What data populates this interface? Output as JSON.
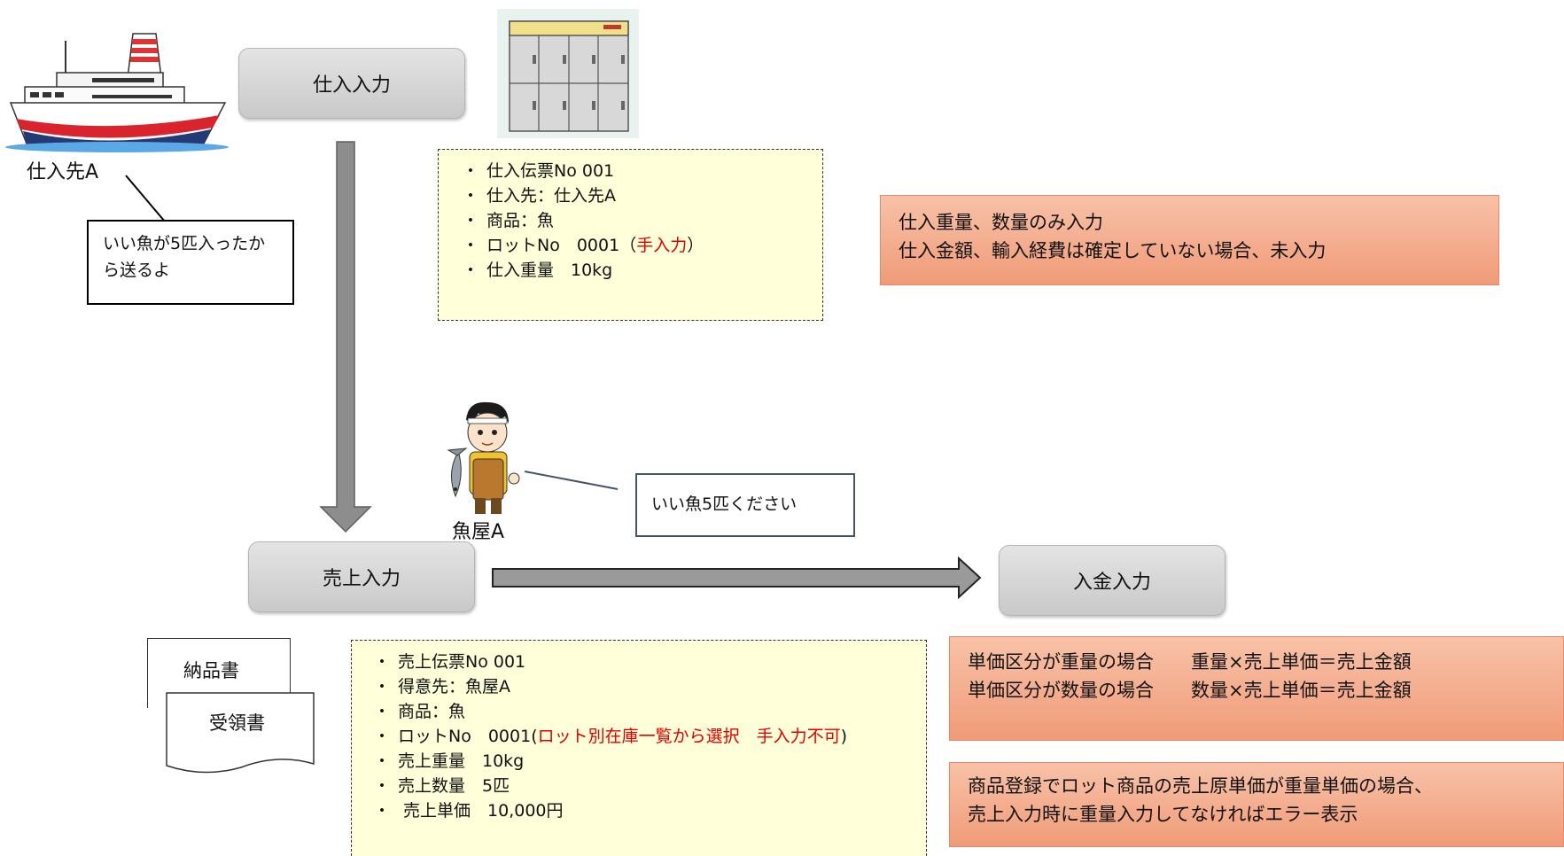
{
  "processes": {
    "purchase_input": "仕入入力",
    "sales_input": "売上入力",
    "payment_input": "入金入力"
  },
  "supplier": {
    "label": "仕入先A",
    "speech": "いい魚が5匹入ったから送るよ"
  },
  "customer": {
    "label": "魚屋A",
    "speech": "いい魚5匹ください"
  },
  "purchase_memo": {
    "items": [
      "仕入伝票No 001",
      "仕入先：仕入先A",
      "商品：魚"
    ],
    "lot_prefix": "ロットNo　0001（",
    "lot_red": "手入力",
    "lot_suffix": "）",
    "weight": "仕入重量　10kg",
    "bullet": "・"
  },
  "purchase_note": {
    "line1": "仕入重量、数量のみ入力",
    "line2": "仕入金額、輸入経費は確定していない場合、未入力"
  },
  "documents": {
    "delivery_slip": "納品書",
    "receipt": "受領書"
  },
  "sales_memo": {
    "items": [
      "売上伝票No 001",
      "得意先：魚屋A",
      "商品：魚"
    ],
    "lot_prefix": "ロットNo　0001(",
    "lot_red": "ロット別在庫一覧から選択　手入力不可",
    "lot_suffix": ")",
    "tail": [
      "売上重量　10kg",
      "売上数量　5匹",
      " 売上単価　10,000円"
    ],
    "bullet": "・"
  },
  "price_note": {
    "line1": "単価区分が重量の場合　　重量×売上単価＝売上金額",
    "line2": "単価区分が数量の場合　　数量×売上単価＝売上金額"
  },
  "error_note": {
    "line1": "商品登録でロット商品の売上原単価が重量単価の場合、",
    "line2": "売上入力時に重量入力してなければエラー表示"
  },
  "colors": {
    "memo_bg": "#ffffd9",
    "note_bg": "#f5a987",
    "highlight_red": "#e00000",
    "process_bg": "#d4d4d4"
  }
}
